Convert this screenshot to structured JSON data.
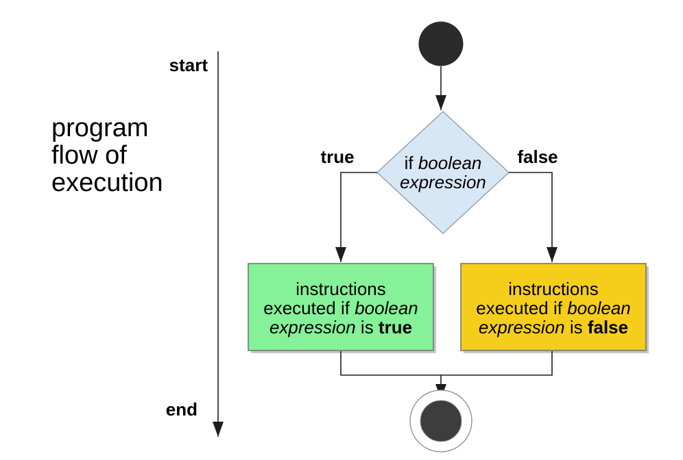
{
  "diagram": {
    "title_lines": [
      "program",
      "flow of",
      "execution"
    ],
    "timeline": {
      "start_label": "start",
      "end_label": "end"
    },
    "decision": {
      "line1_regular": "if ",
      "line1_italic": "boolean",
      "line2_italic": "expression"
    },
    "branches": {
      "true_label": "true",
      "false_label": "false"
    },
    "true_box": {
      "line1": "instructions",
      "line2_regular": "executed if ",
      "line2_italic": "boolean",
      "line3_italic": "expression",
      "line3_regular": " is ",
      "line3_bold": "true"
    },
    "false_box": {
      "line1": "instructions",
      "line2_regular": "executed if ",
      "line2_italic": "boolean",
      "line3_italic": "expression",
      "line3_regular": " is ",
      "line3_bold": "false"
    }
  },
  "colors": {
    "decision_fill": "#d8e7f5",
    "decision_stroke": "#98a1ab",
    "true_box_fill": "#85f198",
    "false_box_fill": "#f5cd1b",
    "box_stroke": "#6f6f6f",
    "box_shadow": "#c6c6c6",
    "start_node_fill": "#2b2b2b",
    "start_node_stroke": "#aaaaaa",
    "end_inner_fill": "#3d3d3d",
    "end_ring_stroke": "#8a8a8a",
    "line_color": "#1d1d1d"
  }
}
